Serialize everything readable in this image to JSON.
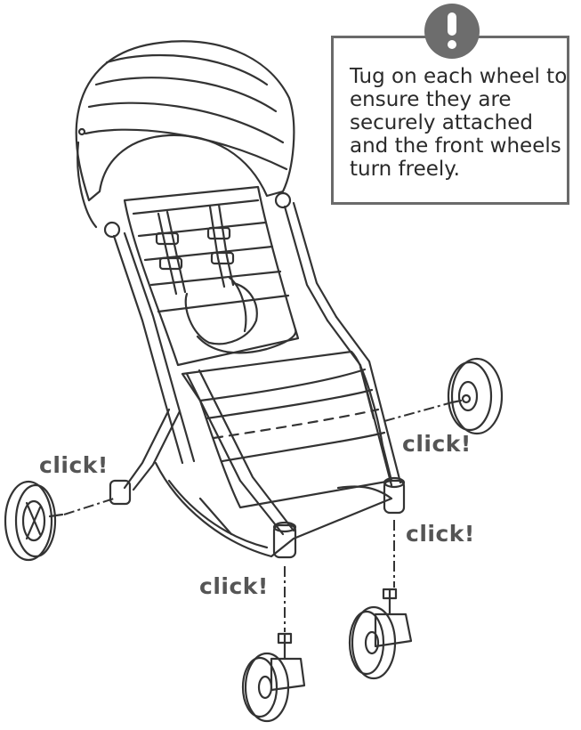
{
  "notice": {
    "icon": "exclamation-icon",
    "text": "Tug on each wheel to ensure they are securely attached and the front wheels turn freely."
  },
  "callouts": {
    "rear_left": "click!",
    "rear_right": "click!",
    "front_left": "click!",
    "front_right": "click!"
  },
  "colors": {
    "line": "#333333",
    "label": "#555555",
    "badge": "#6d6d6d",
    "frame_border": "#6a6a6a"
  }
}
